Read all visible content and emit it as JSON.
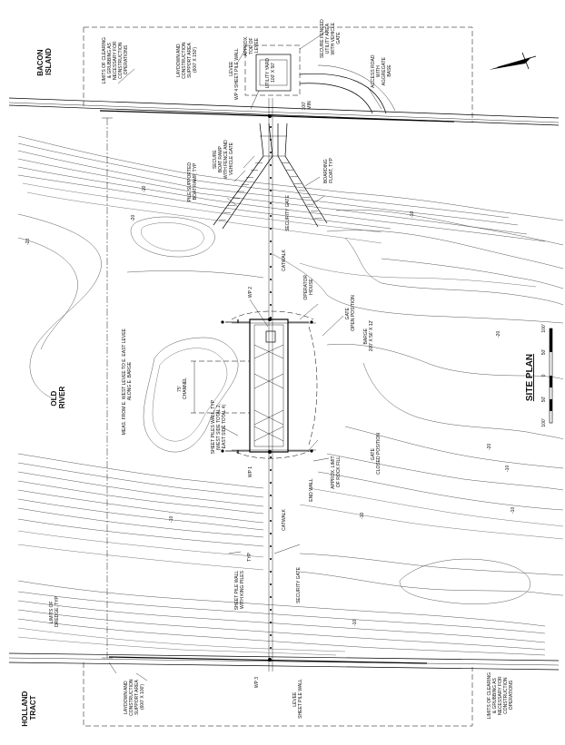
{
  "places": {
    "bacon": [
      "BACON",
      "ISLAND"
    ],
    "holland": [
      "HOLLAND",
      "TRACT"
    ],
    "river": [
      "OLD",
      "RIVER"
    ]
  },
  "labels": {
    "limits_top": [
      "LIMITS OF CLEARING",
      "& GRUBBING AS",
      "NECESSARY FOR",
      "CONSTRUCTION",
      "OPERATIONS"
    ],
    "laydown_top": [
      "LAYDOWN AND",
      "CONSTRUCTION",
      "SUPPORT AREA",
      "(600' X 150')"
    ],
    "levee_top": [
      "LEVEE",
      "SHEET PILE WALL"
    ],
    "wp4": "WP 4",
    "approx_toe": [
      "APPROX.",
      "TOE OF",
      "LEVEE"
    ],
    "utility_yard": [
      "UTILITY YARD",
      "100' X 50'"
    ],
    "secure_utility": [
      "SECURE FENCED",
      "UTILITY AREA",
      "WITH VEHICLE",
      "GATE"
    ],
    "access_road": [
      "ACCESS ROAD",
      "WITH",
      "AGGREGATE",
      "BASE"
    ],
    "min_dist": [
      "100'",
      "MIN"
    ],
    "pile_ramp": [
      "PILE SUPPORTED",
      "BOAT RAMP, TYP"
    ],
    "secure_ramp": [
      "SECURE",
      "BOAT RAMP",
      "WITH FENCE AND",
      "VEHICLE GATE"
    ],
    "boarding_float": [
      "BOARDING",
      "FLOAT, TYP"
    ],
    "security_gate_top": "SECURITY GATE",
    "catwalk_top": "CATWALK",
    "wp2": "WP 2",
    "operator_house": [
      "OPERATOR",
      "HOUSE"
    ],
    "gate_open": [
      "GATE",
      "OPEN POSITION"
    ],
    "barge": [
      "BARGE",
      "200' X 56' X 12'"
    ],
    "channel": [
      "75'",
      "CHANNEL"
    ],
    "measure_note": [
      "MEAS. FROM E. WEST LEVEE TO E. EAST LEVEE",
      "ALONG E. BARGE"
    ],
    "gate_closed": [
      "GATE",
      "CLOSED POSITION"
    ],
    "sheet_piles": [
      "SHEET PILES WALL, TYP",
      "(WEST SIDE TOTAL 2,",
      "EAST SIDE TOTAL 4)"
    ],
    "wp1": "WP 1",
    "approx_limit": [
      "APPROX. LIMIT",
      "OF ROCK FILL"
    ],
    "end_wall": "END WALL",
    "catwalk_bottom": "CATWALK",
    "sheet_pile_king": [
      "SHEET PILE WALL",
      "WITH KING PILES"
    ],
    "typ": "TYP",
    "security_gate_bottom": "SECURITY GATE",
    "limits_bottom_left": [
      "LIMITS OF",
      "DREDGE, TYP"
    ],
    "wp3": "WP 3",
    "levee_bottom": [
      "LEVEE",
      "SHEET PILE WALL"
    ],
    "laydown_bottom": [
      "LAYDOWN AND",
      "CONSTRUCTION",
      "SUPPORT AREA",
      "(600' X 100')"
    ],
    "limits_bottom": [
      "LIMITS OF CLEARING",
      "& GRUBBING AS",
      "NECESSARY FOR",
      "CONSTRUCTION",
      "OPERATIONS"
    ]
  },
  "contour_labels": [
    "-10",
    "-20",
    "-10",
    "-20",
    "-20",
    "-10",
    "-20",
    "-10",
    "-10",
    "-10",
    "-10"
  ],
  "title": "SITE PLAN",
  "scale": {
    "labels": [
      "100'",
      "50'",
      "0",
      "50'",
      "100'"
    ]
  }
}
